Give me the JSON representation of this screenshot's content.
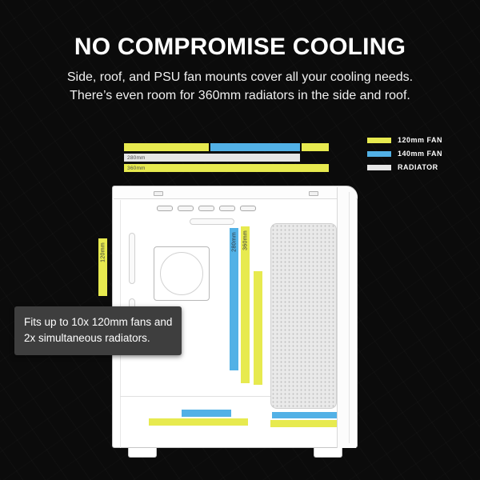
{
  "header": {
    "title": "NO COMPROMISE COOLING",
    "subtitle_line1": "Side, roof, and PSU fan mounts cover all your cooling needs.",
    "subtitle_line2": "There’s even room for 360mm radiators in the side and roof."
  },
  "legend": {
    "items": [
      {
        "label": "120mm FAN",
        "color": "#e7ea4f"
      },
      {
        "label": "140mm FAN",
        "color": "#52b1e6"
      },
      {
        "label": "RADIATOR",
        "color": "#e6e6e6"
      }
    ]
  },
  "diagram": {
    "roof": {
      "radiator_label": "280mm",
      "fan_row_label": "360mm"
    },
    "side_fan_label": "120mm",
    "internal": {
      "blue_bar_label": "280mm",
      "yellow_bar_label": "360mm"
    }
  },
  "callout": {
    "line1": "Fits up to 10x 120mm fans and",
    "line2": "2x simultaneous radiators."
  },
  "colors": {
    "fan_120mm": "#e7ea4f",
    "fan_140mm": "#52b1e6",
    "radiator": "#e6e6e6",
    "background": "#0b0b0b"
  }
}
